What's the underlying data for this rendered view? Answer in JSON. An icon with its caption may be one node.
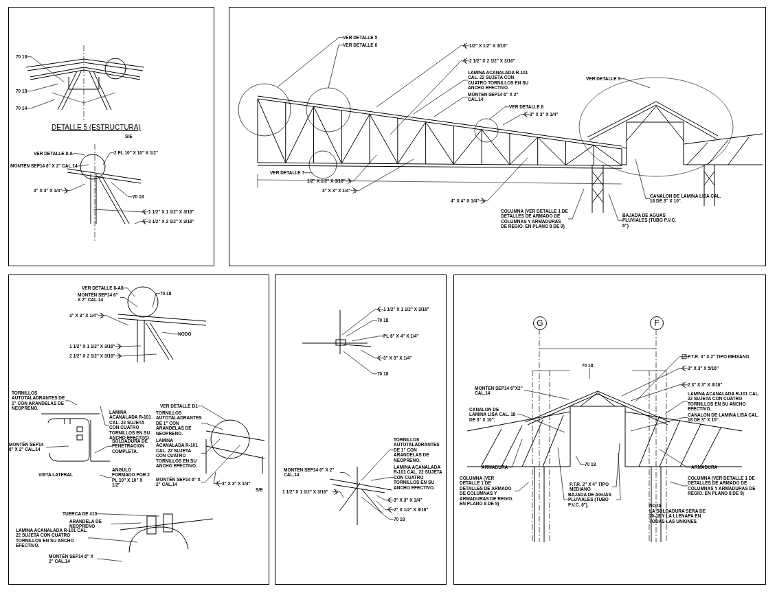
{
  "diagram": {
    "nodes": [
      {
        "text": [],
        "shape": "box"
      },
      {
        "text": [
          "70 18"
        ],
        "in": 0
      },
      {
        "text": [
          "70 18"
        ],
        "in": 0
      },
      {
        "text": [
          "70 14"
        ],
        "in": 0
      },
      {
        "text": [
          "VER DETALLE 8-A"
        ],
        "in": 0
      },
      {
        "text": [
          "MONTÉN SEP14 6\" X 2\" CAL.14"
        ],
        "in": 0
      },
      {
        "text": [
          "2 PL 10\" X 10\" X 1/2\""
        ],
        "in": 0
      },
      {
        "text": [
          "3\" X 3\" X 1/4\""
        ],
        "in": 0
      },
      {
        "text": [
          "70 18"
        ],
        "in": 0
      },
      {
        "text": [
          "1 1/2\" X 1 1/2\" X 3/16\""
        ],
        "in": 0
      },
      {
        "text": [
          "2 1/2\" X 2 1/2\" X 3/16\""
        ],
        "in": 0
      },
      {
        "text": [],
        "shape": "box"
      },
      {
        "text": [
          "VER DETALLE 5"
        ],
        "in": 11
      },
      {
        "text": [
          "VER DETALLE 6"
        ],
        "in": 11
      },
      {
        "text": [
          "1/2\" X 1/2\" X 3/16\""
        ],
        "in": 11
      },
      {
        "text": [
          "2 1/2\" X 2 1/2\" X 3/16\""
        ],
        "in": 11
      },
      {
        "text": [
          "LAMINA ACANALADA R-101 CAL. 22 SUJETA CON CUATRO TORNILLOS EN SU ANCHO EFECTIVO."
        ],
        "in": 11
      },
      {
        "text": [
          "MONTEN SEP14 6\" X 2\" CAL.14"
        ],
        "in": 11
      },
      {
        "text": [
          "VER DETALLE 8"
        ],
        "in": 11
      },
      {
        "text": [
          "3\" X 3\" X 1/4\""
        ],
        "in": 11
      },
      {
        "text": [
          "VER DETALLE 9"
        ],
        "in": 11
      },
      {
        "text": [
          "VER DETALLE 7"
        ],
        "in": 11
      },
      {
        "text": [
          "1/2\" X 1/2\" X 3/16\""
        ],
        "in": 11
      },
      {
        "text": [
          "3\" X 3\" X 1/4\""
        ],
        "in": 11
      },
      {
        "text": [
          "4\" X 4\" X 1/4\""
        ],
        "in": 11
      },
      {
        "text": [
          "COLUMNA (VER DETALLE 1 DE DETALLES DE ARMADO DE COLUMNAS Y ARMADURAS DE REGIO. EN PLANO 8 DE 9)"
        ],
        "in": 11
      },
      {
        "text": [
          "CANALON DE LAMINA LISA CAL. 18 DE 3\" X 10\"."
        ],
        "in": 11
      },
      {
        "text": [
          "BAJADA DE AGUAS PLUVIALES (TUBO P.V.C. 6\")."
        ],
        "in": 11
      },
      {
        "text": [],
        "shape": "box"
      },
      {
        "text": [
          "VER DETALLE 8-A8"
        ],
        "in": 28
      },
      {
        "text": [
          "MONTÉN SEP14 6\" X 2\" CAL.14"
        ],
        "in": 28
      },
      {
        "text": [
          "70 18"
        ],
        "in": 28
      },
      {
        "text": [
          "3\" X 3\" X 1/4\""
        ],
        "in": 28
      },
      {
        "text": [
          "NODO"
        ],
        "in": 28
      },
      {
        "text": [
          "1 1/2\" X 1 1/2\" X 3/16\""
        ],
        "in": 28
      },
      {
        "text": [
          "2 1/2\" X 2 1/2\" X 3/16\""
        ],
        "in": 28
      },
      {
        "text": [
          "TORNILLOS AUTOTALADRANTES DE 1\" CON ARANDELAS DE NEOPRENO."
        ],
        "in": 28
      },
      {
        "text": [
          "LAMINA ACANALADA R-101 CAL. 22 SUJETA CON CUATRO TORNILLOS EN SU ANCHO EFECTIVO."
        ],
        "in": 28
      },
      {
        "text": [
          "MONTÉN SEP14 6\" X 2\" CAL.14"
        ],
        "in": 28
      },
      {
        "text": [
          "SOLDADURA DE PENETRACION COMPLETA."
        ],
        "in": 28
      },
      {
        "text": [
          "ANGULO FORMADO POR 2 PL 10\" X 10\" X 1/2\""
        ],
        "in": 28
      },
      {
        "text": [
          "VER DETALLE D1"
        ],
        "in": 28
      },
      {
        "text": [
          "TORNILLOS AUTOTALADRANTES DE 1\" CON ARANDELAS DE NEOPRENO."
        ],
        "in": 28
      },
      {
        "text": [
          "LAMINA ACANALADA R-101 CAL. 22 SUJETA CON CUATRO TORNILLOS EN SU ANCHO EFECTIVO."
        ],
        "in": 28
      },
      {
        "text": [
          "MONTÉN SEP14 6\" X 2\" CAL.14"
        ],
        "in": 28
      },
      {
        "text": [
          "3\" X 3\" X 1/4\""
        ],
        "in": 28
      },
      {
        "text": [
          "TUERCA DE #10"
        ],
        "in": 28
      },
      {
        "text": [
          "ARANDELA DE NEOPRENO"
        ],
        "in": 28
      },
      {
        "text": [
          "LAMINA ACANALADA R-101 CAL. 22 SUJETA CON CUATRO TORNILLOS EN SU ANCHO EFECTIVO."
        ],
        "in": 28
      },
      {
        "text": [
          "MONTÉN SEP14 6\" X 2\" CAL.14"
        ],
        "in": 28
      },
      {
        "text": [],
        "shape": "box"
      },
      {
        "text": [
          "1 1/2\" X 1 1/2\" X 3/16\""
        ],
        "in": 50
      },
      {
        "text": [
          "70 18"
        ],
        "in": 50
      },
      {
        "text": [
          "PL 6\" X 4\" X 1/4\""
        ],
        "in": 50
      },
      {
        "text": [
          "3\" X 3\" X 1/4\""
        ],
        "in": 50
      },
      {
        "text": [
          "70 18"
        ],
        "in": 50
      },
      {
        "text": [
          "TORNILLOS AUTOTALADRANTES DE 1\" CON ARANDELAS DE NEOPRENO."
        ],
        "in": 50
      },
      {
        "text": [
          "MONTEN SEP14 6\" X 2\" CAL.14"
        ],
        "in": 50
      },
      {
        "text": [
          "LAMINA ACANALADA R-101 CAL. 22 SUJETA CON CUATRO TORNILLOS EN SU ANCHO EFECTIVO."
        ],
        "in": 50
      },
      {
        "text": [
          "3\" X 3\" X 1/4\""
        ],
        "in": 50
      },
      {
        "text": [
          "1 1/2\" X 1 1/2\" X 3/16\""
        ],
        "in": 50
      },
      {
        "text": [
          "2\" X 1/2\" X 3/16\""
        ],
        "in": 50
      },
      {
        "text": [
          "70 18"
        ],
        "in": 50
      },
      {
        "text": [],
        "shape": "box"
      },
      {
        "text": [
          "G"
        ],
        "in": 63
      },
      {
        "text": [
          "F"
        ],
        "in": 63
      },
      {
        "text": [
          "P.T.R. 4\" X 2\" TIPO MEDIANO"
        ],
        "in": 63
      },
      {
        "text": [
          "3\" X 3\" X 5/16\""
        ],
        "in": 63
      },
      {
        "text": [
          "2 3\" X 3\" X 3/16\""
        ],
        "in": 63
      },
      {
        "text": [
          "LAMINA ACANALADA R-101 CAL. 22 SUJETA CON CUATRO TORNILLOS EN SU ANCHO EFECTIVO."
        ],
        "in": 63
      },
      {
        "text": [
          "MONTEN SEP14 6\"X2\" CAL.14"
        ],
        "in": 63
      },
      {
        "text": [
          "70 18"
        ],
        "in": 63
      },
      {
        "text": [
          "CANALON DE LAMINA LISA CAL. 18 DE 3\" X 10\"."
        ],
        "in": 63
      },
      {
        "text": [
          "CANALON DE LAMINA LISA CAL. 18 DE 3\" X 10\"."
        ],
        "in": 63
      },
      {
        "text": [
          "ARMADURA"
        ],
        "in": 63
      },
      {
        "text": [
          "ARMADURA"
        ],
        "in": 63
      },
      {
        "text": [
          "COLUMNA (VER DETALLE 1 DE DETALLES DE ARMADO DE COLUMNAS Y ARMADURAS DE REGIO. EN PLANO 8 DE 9)"
        ],
        "in": 63
      },
      {
        "text": [
          "70 18"
        ],
        "in": 63
      },
      {
        "text": [
          "COLUMNA (VER DETALLE 1 DE DETALLES DE ARMADO DE COLUMNAS Y ARMADURAS DE REGIO. EN PLANO 8 DE 9)"
        ],
        "in": 63
      },
      {
        "text": [
          "P.T.R. 2\" X 4\" TIPO MEDIANO"
        ],
        "in": 63
      },
      {
        "text": [
          "BAJADA DE AGUAS PLUVIALES (TUBO P.V.C. 6\")."
        ],
        "in": 63
      }
    ],
    "edges": [
      {
        "from": 1,
        "to": null,
        "arrow": "none"
      },
      {
        "from": 2,
        "to": null,
        "arrow": "none"
      },
      {
        "from": 3,
        "to": null,
        "arrow": "none"
      },
      {
        "from": 4,
        "to": null,
        "arrow": "none"
      },
      {
        "from": 5,
        "to": null,
        "arrow": "none"
      },
      {
        "from": 6,
        "to": null,
        "arrow": "none"
      },
      {
        "from": 7,
        "to": null,
        "arrow": "other"
      },
      {
        "from": 8,
        "to": null,
        "arrow": "none"
      },
      {
        "from": 9,
        "to": null,
        "arrow": "other"
      },
      {
        "from": 10,
        "to": null,
        "arrow": "other"
      },
      {
        "from": 12,
        "to": null,
        "arrow": "none"
      },
      {
        "from": 13,
        "to": null,
        "arrow": "none"
      },
      {
        "from": 14,
        "to": null,
        "arrow": "other"
      },
      {
        "from": 15,
        "to": null,
        "arrow": "other"
      },
      {
        "from": 16,
        "to": null,
        "arrow": "none"
      },
      {
        "from": 17,
        "to": null,
        "arrow": "none"
      },
      {
        "from": 18,
        "to": null,
        "arrow": "none"
      },
      {
        "from": 19,
        "to": null,
        "arrow": "other"
      },
      {
        "from": 20,
        "to": null,
        "arrow": "none"
      },
      {
        "from": 21,
        "to": null,
        "arrow": "none"
      },
      {
        "from": 22,
        "to": null,
        "arrow": "other"
      },
      {
        "from": 23,
        "to": null,
        "arrow": "other"
      },
      {
        "from": 24,
        "to": null,
        "arrow": "other"
      },
      {
        "from": 25,
        "to": null,
        "arrow": "none"
      },
      {
        "from": 26,
        "to": null,
        "arrow": "none"
      },
      {
        "from": 27,
        "to": null,
        "arrow": "none"
      },
      {
        "from": 29,
        "to": null,
        "arrow": "none"
      },
      {
        "from": 30,
        "to": null,
        "arrow": "none"
      },
      {
        "from": 31,
        "to": null,
        "arrow": "none"
      },
      {
        "from": 32,
        "to": null,
        "arrow": "other"
      },
      {
        "from": 33,
        "to": null,
        "arrow": "none"
      },
      {
        "from": 34,
        "to": null,
        "arrow": "other"
      },
      {
        "from": 35,
        "to": null,
        "arrow": "other"
      },
      {
        "from": 36,
        "to": null,
        "arrow": "none"
      },
      {
        "from": 37,
        "to": null,
        "arrow": "none"
      },
      {
        "from": 38,
        "to": null,
        "arrow": "none"
      },
      {
        "from": 39,
        "to": null,
        "arrow": "none"
      },
      {
        "from": 40,
        "to": null,
        "arrow": "none"
      },
      {
        "from": 41,
        "to": null,
        "arrow": "none"
      },
      {
        "from": 42,
        "to": null,
        "arrow": "none"
      },
      {
        "from": 43,
        "to": null,
        "arrow": "none"
      },
      {
        "from": 44,
        "to": null,
        "arrow": "none"
      },
      {
        "from": 45,
        "to": null,
        "arrow": "other"
      },
      {
        "from": 46,
        "to": null,
        "arrow": "none"
      },
      {
        "from": 47,
        "to": null,
        "arrow": "none"
      },
      {
        "from": 48,
        "to": null,
        "arrow": "none"
      },
      {
        "from": 49,
        "to": null,
        "arrow": "none"
      },
      {
        "from": 51,
        "to": null,
        "arrow": "other"
      },
      {
        "from": 52,
        "to": null,
        "arrow": "none"
      },
      {
        "from": 53,
        "to": null,
        "arrow": "none"
      },
      {
        "from": 54,
        "to": null,
        "arrow": "other"
      },
      {
        "from": 55,
        "to": null,
        "arrow": "none"
      },
      {
        "from": 56,
        "to": null,
        "arrow": "none"
      },
      {
        "from": 57,
        "to": null,
        "arrow": "none"
      },
      {
        "from": 58,
        "to": null,
        "arrow": "none"
      },
      {
        "from": 59,
        "to": null,
        "arrow": "other"
      },
      {
        "from": 60,
        "to": null,
        "arrow": "other"
      },
      {
        "from": 61,
        "to": null,
        "arrow": "other"
      },
      {
        "from": 62,
        "to": null,
        "arrow": "none"
      },
      {
        "from": 66,
        "to": null,
        "arrow": "other"
      },
      {
        "from": 67,
        "to": null,
        "arrow": "other"
      },
      {
        "from": 68,
        "to": null,
        "arrow": "other"
      },
      {
        "from": 69,
        "to": null,
        "arrow": "none"
      },
      {
        "from": 70,
        "to": null,
        "arrow": "none"
      },
      {
        "from": 71,
        "to": null,
        "arrow": "none"
      },
      {
        "from": 72,
        "to": null,
        "arrow": "none"
      },
      {
        "from": 73,
        "to": null,
        "arrow": "none"
      },
      {
        "from": 74,
        "to": null,
        "arrow": "none"
      },
      {
        "from": 75,
        "to": null,
        "arrow": "none"
      },
      {
        "from": 76,
        "to": null,
        "arrow": "none"
      },
      {
        "from": 77,
        "to": null,
        "arrow": "none"
      },
      {
        "from": 78,
        "to": null,
        "arrow": "none"
      },
      {
        "from": 79,
        "to": null,
        "arrow": "none"
      },
      {
        "from": 80,
        "to": null,
        "arrow": "none"
      },
      {
        "from": 80,
        "to": null,
        "arrow": "none"
      }
    ],
    "labels": [
      "DETALLE 5 (ESTRUCTURA)",
      "S/E",
      "VISTA LATERAL",
      "S/E",
      "NOTA",
      "LA SOLDADURA SERA DE 70-18 Y LA LLENAPA EN TODAS LAS UNIONES."
    ]
  }
}
